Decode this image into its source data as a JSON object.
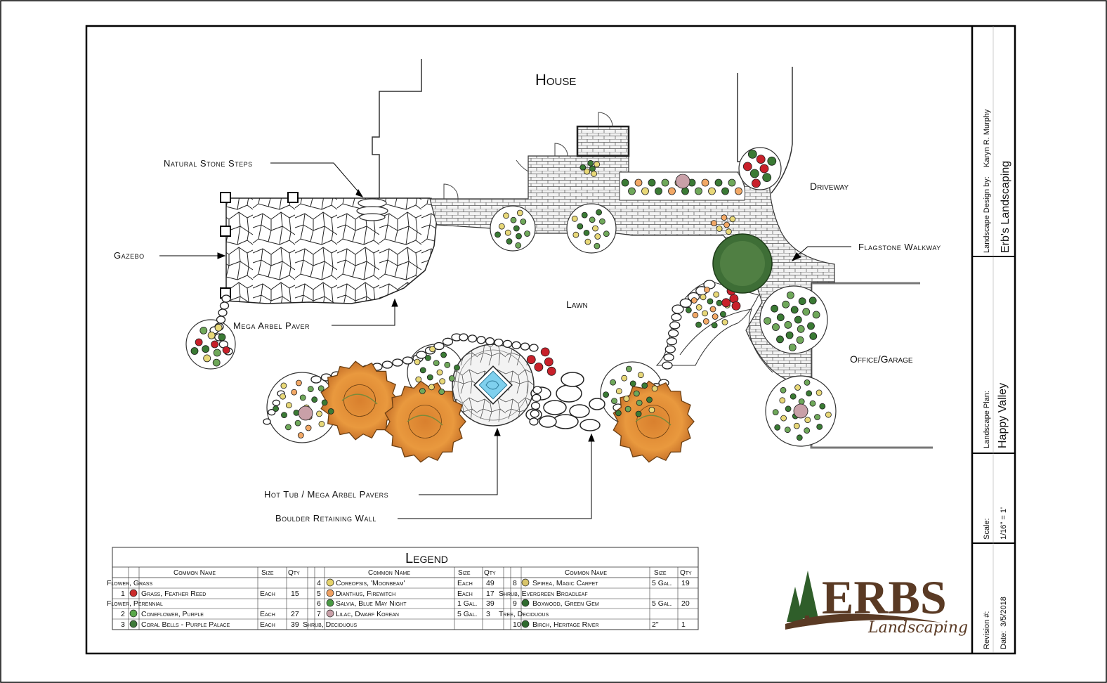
{
  "plan": {
    "areas": {
      "house": "House",
      "driveway": "Driveway",
      "lawn": "Lawn",
      "office_garage": "Office/Garage"
    },
    "callouts": {
      "natural_stone_steps": "Natural Stone Steps",
      "gazebo": "Gazebo",
      "mega_arbel_paver": "Mega Arbel Paver",
      "flagstone_walkway": "Flagstone Walkway",
      "hot_tub": "Hot Tub / Mega Arbel Pavers",
      "boulder_wall": "Boulder Retaining Wall"
    }
  },
  "legend": {
    "title": "Legend",
    "headers": {
      "common_name": "Common Name",
      "size": "Size",
      "qty": "Qty"
    },
    "col1": [
      {
        "num": "",
        "name": "Flower, Grass",
        "size": "",
        "qty": "",
        "icon": "",
        "group": true
      },
      {
        "num": "1",
        "name": "Grass, Feather Reed",
        "size": "Each",
        "qty": "15",
        "icon": "#cc2b2b"
      },
      {
        "num": "",
        "name": "Flower, Perennial",
        "size": "",
        "qty": "",
        "icon": "",
        "group": true
      },
      {
        "num": "2",
        "name": "Coneflower, Purple",
        "size": "Each",
        "qty": "27",
        "icon": "#5aa84a"
      },
      {
        "num": "3",
        "name": "Coral Bells - Purple Palace",
        "size": "Each",
        "qty": "39",
        "icon": "#3f7a3a"
      }
    ],
    "col2": [
      {
        "num": "4",
        "name": "Coreopsis, 'Moonbeam'",
        "size": "Each",
        "qty": "49",
        "icon": "#e6d36a"
      },
      {
        "num": "5",
        "name": "Dianthus, Firewitch",
        "size": "Each",
        "qty": "17",
        "icon": "#f0a060"
      },
      {
        "num": "6",
        "name": "Salvia, Blue May Night",
        "size": "1 Gal.",
        "qty": "39",
        "icon": "#4a9a44"
      },
      {
        "num": "7",
        "name": "Lilac, Dwarf Korean",
        "size": "5 Gal.",
        "qty": "3",
        "icon": "#c9a0a8"
      }
    ],
    "col3": [
      {
        "num": "8",
        "name": "Spirea, Magic Carpet",
        "size": "5 Gal.",
        "qty": "19",
        "icon": "#d8c46a"
      },
      {
        "num": "",
        "name": "Shrub, Evergreen Broadleaf",
        "size": "",
        "qty": "",
        "icon": "",
        "group": true
      },
      {
        "num": "9",
        "name": "Boxwood, Green Gem",
        "size": "5 Gal.",
        "qty": "20",
        "icon": "#2f6b2f"
      },
      {
        "num": "",
        "name": "Tree, Deciduous",
        "size": "",
        "qty": "",
        "icon": "",
        "group": true
      },
      {
        "num": "10",
        "name": "Birch, Heritage River",
        "size": "2\"",
        "qty": "1",
        "icon": "#2f6b2f"
      }
    ],
    "col2_group": "Shrub, Deciduous"
  },
  "logo": {
    "name": "ERBS",
    "sub": "Landscaping",
    "colors": {
      "brown": "#5a3a24",
      "green": "#2f5e2a"
    }
  },
  "title_block": {
    "designer_label": "Landscape Design by:",
    "designer": "Karyn R. Murphy",
    "company": "Erb's Landscaping",
    "plan_label": "Landscape Plan:",
    "plan_name": "Happy Valley",
    "scale_label": "Scale:",
    "scale": "1/16\" = 1'",
    "revision_label": "Revision #:",
    "date_label": "Date:",
    "date": "3/5/2018"
  },
  "colors": {
    "tree_orange": "#e58f3a",
    "red_flower": "#c8202a",
    "shrub_green": "#3a7a34",
    "water": "#7fd0ee"
  }
}
